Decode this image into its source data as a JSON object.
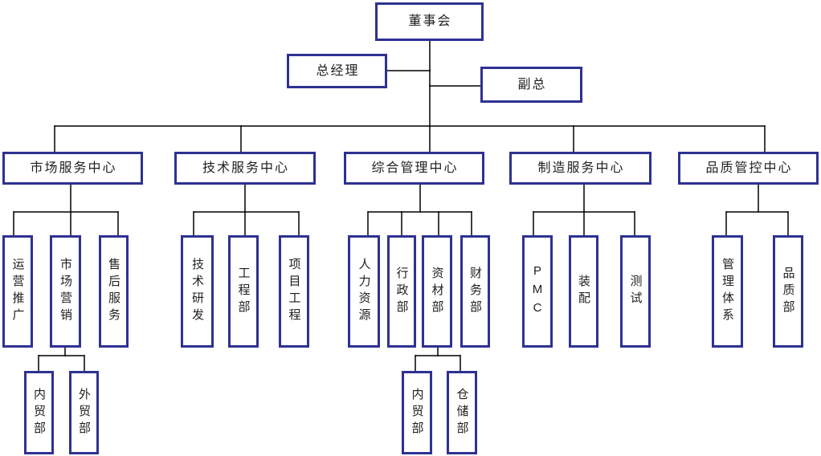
{
  "colors": {
    "box_border": "#2e3192",
    "connector_line": "#000000",
    "node_text": "#1f1f1f",
    "background": "#ffffff"
  },
  "org": {
    "root": {
      "label": "董事会"
    },
    "executives": [
      {
        "label": "总经理"
      },
      {
        "label": "副总"
      }
    ],
    "centers": [
      {
        "label": "市场服务中心",
        "departments": [
          {
            "label": "运营推广"
          },
          {
            "label": "市场营销",
            "sub_departments": [
              {
                "label": "内贸部"
              },
              {
                "label": "外贸部"
              }
            ]
          },
          {
            "label": "售后服务"
          }
        ]
      },
      {
        "label": "技术服务中心",
        "departments": [
          {
            "label": "技术研发"
          },
          {
            "label": "工程部"
          },
          {
            "label": "项目工程"
          }
        ]
      },
      {
        "label": "综合管理中心",
        "departments": [
          {
            "label": "人力资源"
          },
          {
            "label": "行政部"
          },
          {
            "label": "资材部",
            "sub_departments": [
              {
                "label": "内贸部"
              },
              {
                "label": "仓储部"
              }
            ]
          },
          {
            "label": "财务部"
          }
        ]
      },
      {
        "label": "制造服务中心",
        "departments": [
          {
            "label": "PMC"
          },
          {
            "label": "装配"
          },
          {
            "label": "测试"
          }
        ]
      },
      {
        "label": "品质管控中心",
        "departments": [
          {
            "label": "管理体系"
          },
          {
            "label": "品质部"
          }
        ]
      }
    ]
  }
}
